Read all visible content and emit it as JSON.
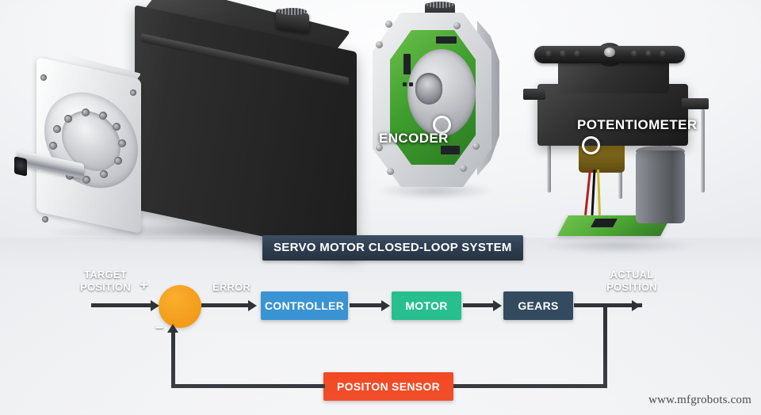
{
  "title_banner": {
    "text": "SERVO MOTOR CLOSED-LOOP SYSTEM",
    "bg": "#2d3c4e",
    "color": "#ffffff"
  },
  "hardware_callouts": [
    {
      "name": "encoder",
      "label": "ENCODER"
    },
    {
      "name": "potentiometer",
      "label": "POTENTIOMETER"
    }
  ],
  "diagram": {
    "signals": {
      "target_position": "TARGET\nPOSITION",
      "target_position_line1": "TARGET",
      "target_position_line2": "POSITION",
      "error": "ERROR",
      "actual_position_line1": "ACTUAL",
      "actual_position_line2": "POSITION",
      "plus_sign": "+",
      "minus_sign": "–"
    },
    "blocks": [
      {
        "name": "summing-junction",
        "label": "",
        "color": "#f59f1c",
        "shape": "circle"
      },
      {
        "name": "controller",
        "label": "CONTROLLER",
        "color": "#3a93d2"
      },
      {
        "name": "motor",
        "label": "MOTOR",
        "color": "#28bf8f"
      },
      {
        "name": "gears",
        "label": "GEARS",
        "color": "#344a5f"
      },
      {
        "name": "position-sensor",
        "label": "POSITON SENSOR",
        "color": "#f4451e"
      }
    ]
  },
  "watermark": {
    "text": "www.mfgrobots.com"
  },
  "colors": {
    "controller": "#3a93d2",
    "motor": "#28bf8f",
    "gears": "#344a5f",
    "sensor": "#f4451e",
    "summing": "#f59f1c",
    "line": "#2f3338",
    "banner": "#2d3c4e"
  }
}
